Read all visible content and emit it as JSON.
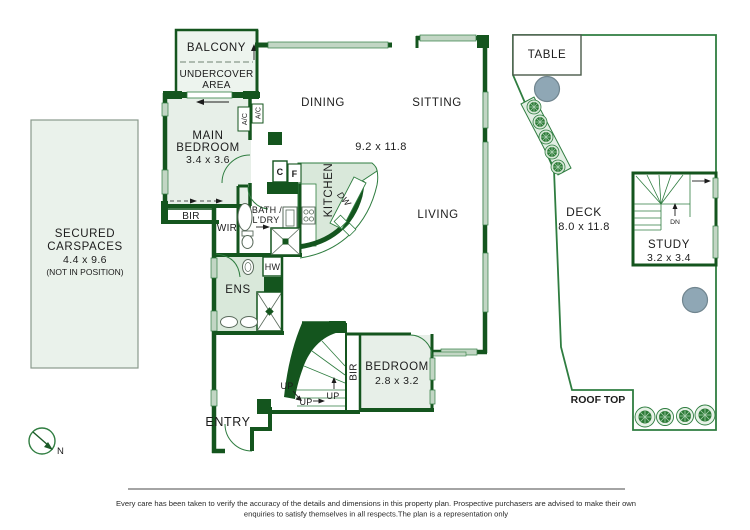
{
  "labels": {
    "balcony": "BALCONY",
    "undercover_line1": "UNDERCOVER",
    "undercover_line2": "AREA",
    "main_bedroom_line1": "MAIN",
    "main_bedroom_line2": "BEDROOM",
    "main_bedroom_dims": "3.4 x 3.6",
    "ac": "A/C",
    "dining": "DINING",
    "sitting": "SITTING",
    "open_plan_dims": "9.2 x 11.8",
    "living": "LIVING",
    "kitchen": "KITCHEN",
    "dishwasher": "DW",
    "cupboard": "C",
    "fridge": "F",
    "bath_line1": "BATH /",
    "bath_line2": "L'DRY",
    "wir": "WIR",
    "bir": "BIR",
    "hw": "HW",
    "ens": "ENS",
    "entry": "ENTRY",
    "up": "UP",
    "bedroom2": "BEDROOM",
    "bedroom2_dims": "2.8 x 3.2",
    "carspaces_line1": "SECURED",
    "carspaces_line2": "CARSPACES",
    "carspaces_dims": "4.4 x 9.6",
    "carspaces_note": "(NOT IN POSITION)",
    "table": "TABLE",
    "deck": "DECK",
    "deck_dims": "8.0 x 11.8",
    "dn": "DN",
    "study": "STUDY",
    "study_dims": "3.2 x 3.4",
    "roof_top": "ROOF TOP",
    "north": "N"
  },
  "footer": {
    "line1": "Every care has been taken to verify the accuracy of the details and dimensions in this property plan. Prospective purchasers are advised to make their own",
    "line2": "enquiries to satisfy themselves in all respects.The plan is a representation only"
  },
  "colors": {
    "wall_dark": "#14551e",
    "line_green": "#2f7d40",
    "room_fill": "#e7efe8",
    "wet_fill": "#d9e8da",
    "balcony_fill": "#edf4ee",
    "window_fill": "#c2d6c4",
    "carspace_fill": "#eaf2eb",
    "spa_grey": "#8fa7b5",
    "plant_green": "#2c7a36"
  }
}
